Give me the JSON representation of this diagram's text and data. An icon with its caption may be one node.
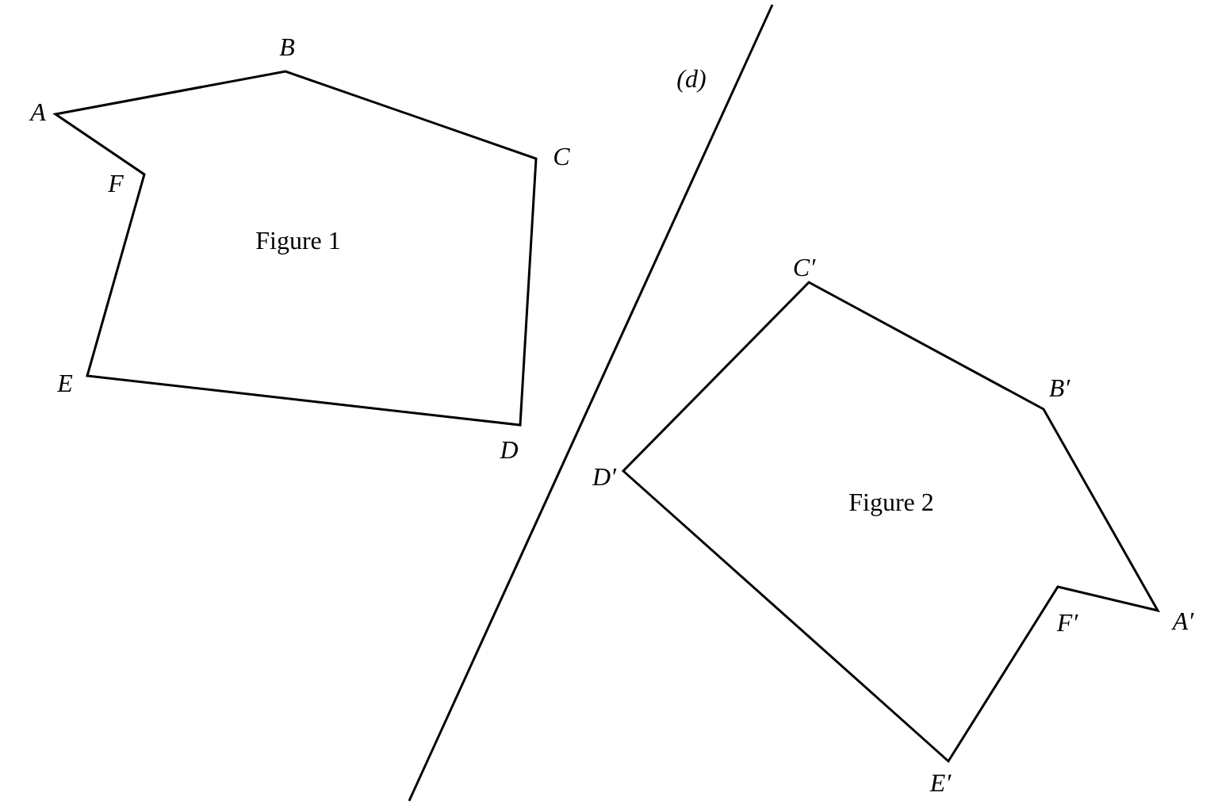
{
  "diagram": {
    "nodes": [
      {
        "text": [
          "Figure 1"
        ]
      },
      {
        "text": [
          "Figure 2"
        ]
      }
    ],
    "labels": [
      "B",
      "(d)",
      "A",
      "C",
      "F",
      "C′",
      "E",
      "B′",
      "D",
      "D′",
      "A′",
      "F′",
      "E′"
    ]
  }
}
